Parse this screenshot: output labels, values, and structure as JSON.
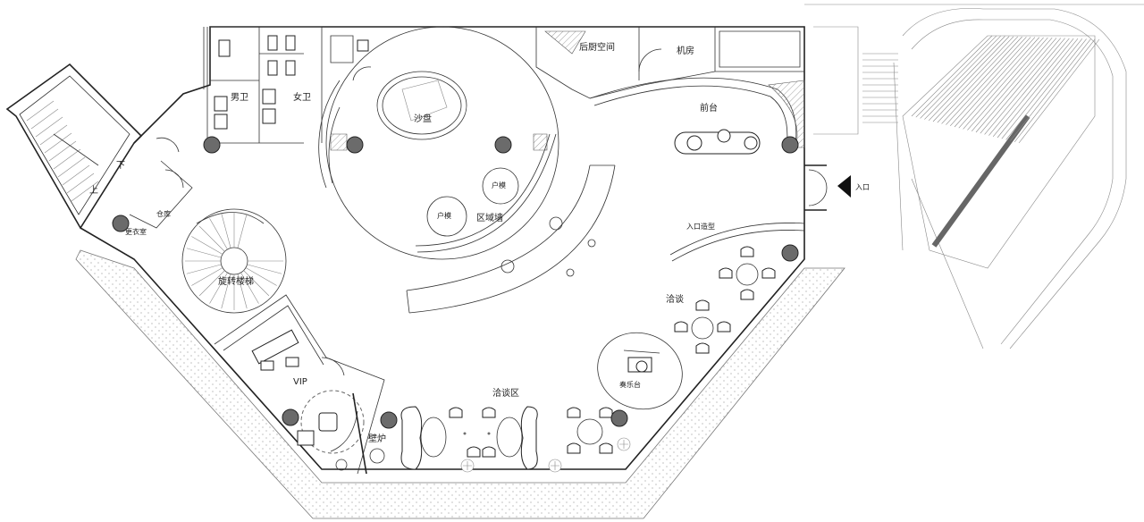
{
  "labels": {
    "male_wc": "男卫",
    "female_wc": "女卫",
    "sand_table": "沙盘",
    "back_kitchen": "后厨空间",
    "machine_room": "机房",
    "reception": "前台",
    "entrance": "入口",
    "entrance_feature": "入口造型",
    "zone_wall": "区域墙",
    "model_1": "户模",
    "model_2": "户模",
    "storage": "仓库",
    "changing_room": "更衣室",
    "spiral_stair": "旋转楼梯",
    "negotiation": "洽谈",
    "negotiation_area": "洽谈区",
    "stage": "奏乐台",
    "vip": "VIP",
    "fireplace": "壁炉",
    "stair_up": "上",
    "stair_down": "下"
  }
}
